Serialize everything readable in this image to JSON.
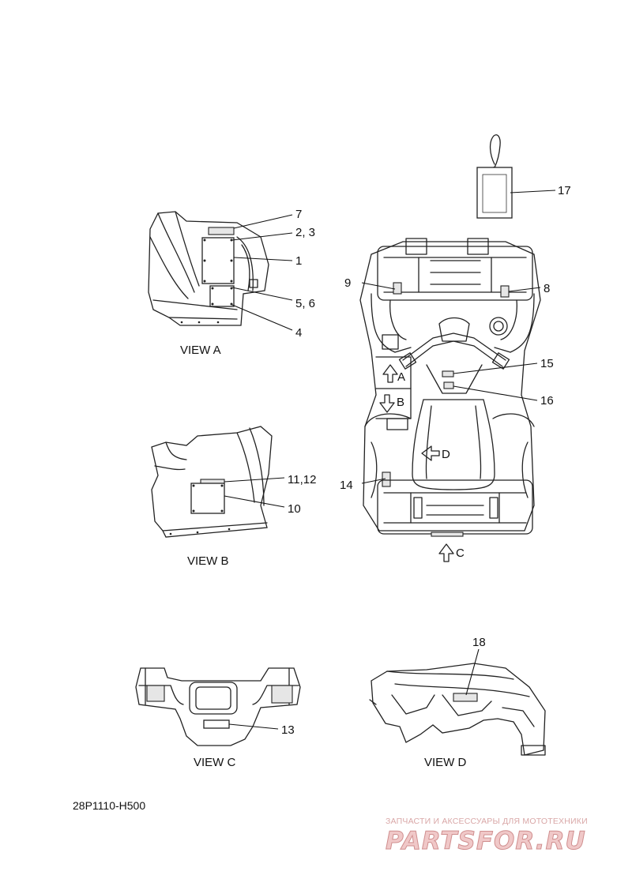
{
  "diagram_code": "28P1110-H500",
  "watermark": {
    "tagline": "ЗАПЧАСТИ И АКСЕССУАРЫ ДЛЯ МОТОТЕХНИКИ",
    "brand": "PARTSFOR.RU"
  },
  "views": {
    "a": "VIEW A",
    "b": "VIEW B",
    "c": "VIEW C",
    "d": "VIEW D"
  },
  "arrows": {
    "a": "A",
    "b": "B",
    "c": "C",
    "d": "D"
  },
  "callouts": {
    "c1": "1",
    "c2_3": "2, 3",
    "c4": "4",
    "c5_6": "5, 6",
    "c7": "7",
    "c8": "8",
    "c9": "9",
    "c10": "10",
    "c11_12": "11,12",
    "c13": "13",
    "c14": "14",
    "c15": "15",
    "c16": "16",
    "c17": "17",
    "c18": "18"
  }
}
